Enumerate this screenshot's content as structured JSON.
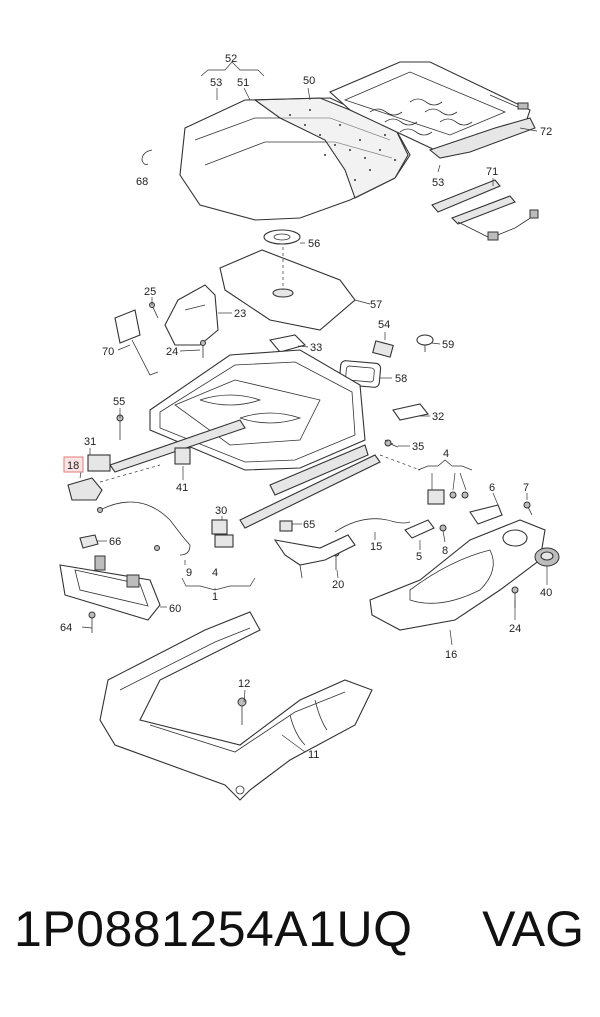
{
  "callouts": {
    "c52": "52",
    "c53a": "53",
    "c51": "51",
    "c50": "50",
    "c72": "72",
    "c53b": "53",
    "c68": "68",
    "c71": "71",
    "c56": "56",
    "c57": "57",
    "c25": "25",
    "c23": "23",
    "c24a": "24",
    "c70": "70",
    "c33": "33",
    "c54": "54",
    "c59": "59",
    "c58": "58",
    "c55": "55",
    "c32": "32",
    "c31": "31",
    "c35": "35",
    "c18": "18",
    "c41": "41",
    "c4a": "4",
    "c6": "6",
    "c7": "7",
    "c30": "30",
    "c65": "65",
    "c15": "15",
    "c5": "5",
    "c8": "8",
    "c66": "66",
    "c9": "9",
    "c4b": "4",
    "c1": "1",
    "c20": "20",
    "c40": "40",
    "c60": "60",
    "c64": "64",
    "c24b": "24",
    "c16": "16",
    "c12": "12",
    "c11": "11"
  },
  "highlighted_callout": "18",
  "colors": {
    "highlight_fill": "#fde4e4",
    "highlight_stroke": "#e07b7b"
  },
  "footer": {
    "part_number": "1P0881254A1UQ",
    "brand": "VAG"
  }
}
